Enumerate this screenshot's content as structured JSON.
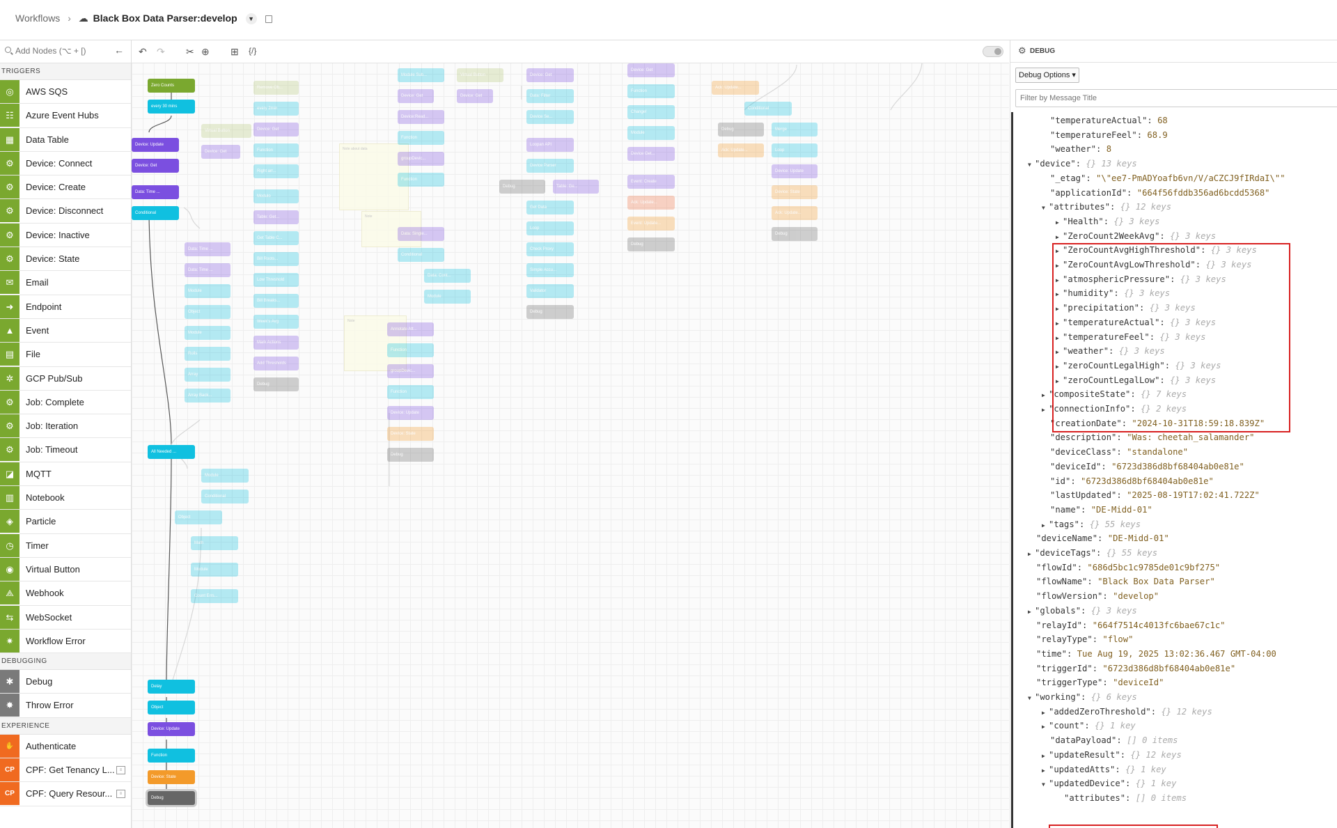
{
  "breadcrumb": {
    "workflows": "Workflows",
    "separator": "›",
    "title": "Black Box Data Parser:develop"
  },
  "palette": {
    "search_placeholder": "Add Nodes (⌥ + [)",
    "sections": {
      "triggers": "TRIGGERS",
      "debugging": "DEBUGGING",
      "experience": "EXPERIENCE"
    },
    "triggers": [
      {
        "label": "AWS SQS",
        "icon": "aws-sqs-icon"
      },
      {
        "label": "Azure Event Hubs",
        "icon": "azure-event-hubs-icon"
      },
      {
        "label": "Data Table",
        "icon": "data-table-icon"
      },
      {
        "label": "Device: Connect",
        "icon": "device-connect-icon"
      },
      {
        "label": "Device: Create",
        "icon": "device-create-icon"
      },
      {
        "label": "Device: Disconnect",
        "icon": "device-disconnect-icon"
      },
      {
        "label": "Device: Inactive",
        "icon": "device-inactive-icon"
      },
      {
        "label": "Device: State",
        "icon": "device-state-icon"
      },
      {
        "label": "Email",
        "icon": "email-icon"
      },
      {
        "label": "Endpoint",
        "icon": "endpoint-icon"
      },
      {
        "label": "Event",
        "icon": "event-icon"
      },
      {
        "label": "File",
        "icon": "file-icon"
      },
      {
        "label": "GCP Pub/Sub",
        "icon": "gcp-pubsub-icon"
      },
      {
        "label": "Job: Complete",
        "icon": "job-complete-icon"
      },
      {
        "label": "Job: Iteration",
        "icon": "job-iteration-icon"
      },
      {
        "label": "Job: Timeout",
        "icon": "job-timeout-icon"
      },
      {
        "label": "MQTT",
        "icon": "mqtt-icon"
      },
      {
        "label": "Notebook",
        "icon": "notebook-icon"
      },
      {
        "label": "Particle",
        "icon": "particle-icon"
      },
      {
        "label": "Timer",
        "icon": "timer-icon"
      },
      {
        "label": "Virtual Button",
        "icon": "virtual-button-icon"
      },
      {
        "label": "Webhook",
        "icon": "webhook-icon"
      },
      {
        "label": "WebSocket",
        "icon": "websocket-icon"
      },
      {
        "label": "Workflow Error",
        "icon": "workflow-error-icon"
      }
    ],
    "debugging": [
      {
        "label": "Debug",
        "icon": "debug-icon"
      },
      {
        "label": "Throw Error",
        "icon": "throw-error-icon"
      }
    ],
    "experience": [
      {
        "label": "Authenticate",
        "icon": "authenticate-icon"
      },
      {
        "label": "CPF: Get Tenancy L...",
        "icon": "cpf-icon",
        "badge": "CP"
      },
      {
        "label": "CPF: Query Resour...",
        "icon": "cpf-icon",
        "badge": "CP"
      }
    ]
  },
  "canvas": {
    "main_nodes": [
      {
        "label": "Zero Counts",
        "color": "#7aa82f"
      },
      {
        "label": "every 30 mins",
        "color": "#10c0e0"
      },
      {
        "label": "Device: Update",
        "color": "#7b4fe0"
      },
      {
        "label": "Device: Get",
        "color": "#7b4fe0"
      },
      {
        "label": "Data: Time ...",
        "color": "#7b4fe0"
      },
      {
        "label": "Conditional",
        "color": "#10c0e0"
      },
      {
        "label": "All Needed ...",
        "color": "#10c0e0"
      },
      {
        "label": "Delay",
        "color": "#10c0e0"
      },
      {
        "label": "Object",
        "color": "#10c0e0"
      },
      {
        "label": "Device: Update",
        "color": "#7b4fe0"
      },
      {
        "label": "Function",
        "color": "#10c0e0"
      },
      {
        "label": "Device: State",
        "color": "#f39a2a"
      },
      {
        "label": "Debug",
        "color": "#666666"
      }
    ]
  },
  "debug": {
    "title": "DEBUG",
    "options_label": "Debug Options ▾",
    "filter_placeholder": "Filter by Message Title",
    "lines": [
      {
        "i": 2,
        "k": "\"temperatureActual\": ",
        "v": "68",
        "t": "n"
      },
      {
        "i": 2,
        "k": "\"temperatureFeel\": ",
        "v": "68.9",
        "t": "n"
      },
      {
        "i": 2,
        "k": "\"weather\": ",
        "v": "8",
        "t": "n"
      },
      {
        "i": 1,
        "tri": "▼",
        "k": "\"device\": ",
        "v": "{}  13 keys",
        "t": "m"
      },
      {
        "i": 2,
        "k": "\"_etag\": ",
        "v": "\"\\\"ee7-PmADYoafb6vn/V/aCZCJ9fIRdaI\\\"\"",
        "t": "s"
      },
      {
        "i": 2,
        "k": "\"applicationId\": ",
        "v": "\"664f56fddb356ad6bcdd5368\"",
        "t": "s"
      },
      {
        "i": 2,
        "tri": "▼",
        "k": "\"attributes\": ",
        "v": "{}  12 keys",
        "t": "m"
      },
      {
        "i": 3,
        "tri": "▶",
        "k": "\"Health\": ",
        "v": "{}  3 keys",
        "t": "m"
      },
      {
        "i": 3,
        "tri": "▶",
        "k": "\"ZeroCount2WeekAvg\": ",
        "v": "{}  3 keys",
        "t": "m"
      },
      {
        "i": 3,
        "tri": "▶",
        "k": "\"ZeroCountAvgHighThreshold\": ",
        "v": "{}  3 keys",
        "t": "m"
      },
      {
        "i": 3,
        "tri": "▶",
        "k": "\"ZeroCountAvgLowThreshold\": ",
        "v": "{}  3 keys",
        "t": "m"
      },
      {
        "i": 3,
        "tri": "▶",
        "k": "\"atmosphericPressure\": ",
        "v": "{}  3 keys",
        "t": "m"
      },
      {
        "i": 3,
        "tri": "▶",
        "k": "\"humidity\": ",
        "v": "{}  3 keys",
        "t": "m"
      },
      {
        "i": 3,
        "tri": "▶",
        "k": "\"precipitation\": ",
        "v": "{}  3 keys",
        "t": "m"
      },
      {
        "i": 3,
        "tri": "▶",
        "k": "\"temperatureActual\": ",
        "v": "{}  3 keys",
        "t": "m"
      },
      {
        "i": 3,
        "tri": "▶",
        "k": "\"temperatureFeel\": ",
        "v": "{}  3 keys",
        "t": "m"
      },
      {
        "i": 3,
        "tri": "▶",
        "k": "\"weather\": ",
        "v": "{}  3 keys",
        "t": "m"
      },
      {
        "i": 3,
        "tri": "▶",
        "k": "\"zeroCountLegalHigh\": ",
        "v": "{}  3 keys",
        "t": "m"
      },
      {
        "i": 3,
        "tri": "▶",
        "k": "\"zeroCountLegalLow\": ",
        "v": "{}  3 keys",
        "t": "m"
      },
      {
        "i": 2,
        "tri": "▶",
        "k": "\"compositeState\": ",
        "v": "{}  7 keys",
        "t": "m"
      },
      {
        "i": 2,
        "tri": "▶",
        "k": "\"connectionInfo\": ",
        "v": "{}  2 keys",
        "t": "m"
      },
      {
        "i": 2,
        "k": "\"creationDate\": ",
        "v": "\"2024-10-31T18:59:18.839Z\"",
        "t": "s"
      },
      {
        "i": 2,
        "k": "\"description\": ",
        "v": "\"Was: cheetah_salamander\"",
        "t": "s"
      },
      {
        "i": 2,
        "k": "\"deviceClass\": ",
        "v": "\"standalone\"",
        "t": "s"
      },
      {
        "i": 2,
        "k": "\"deviceId\": ",
        "v": "\"6723d386d8bf68404ab0e81e\"",
        "t": "s"
      },
      {
        "i": 2,
        "k": "\"id\": ",
        "v": "\"6723d386d8bf68404ab0e81e\"",
        "t": "s"
      },
      {
        "i": 2,
        "k": "\"lastUpdated\": ",
        "v": "\"2025-08-19T17:02:41.722Z\"",
        "t": "s"
      },
      {
        "i": 2,
        "k": "\"name\": ",
        "v": "\"DE-Midd-01\"",
        "t": "s"
      },
      {
        "i": 2,
        "tri": "▶",
        "k": "\"tags\": ",
        "v": "{}  55 keys",
        "t": "m"
      },
      {
        "i": 1,
        "k": "\"deviceName\": ",
        "v": "\"DE-Midd-01\"",
        "t": "s"
      },
      {
        "i": 1,
        "tri": "▶",
        "k": "\"deviceTags\": ",
        "v": "{}  55 keys",
        "t": "m"
      },
      {
        "i": 1,
        "k": "\"flowId\": ",
        "v": "\"686d5bc1c9785de01c9bf275\"",
        "t": "s"
      },
      {
        "i": 1,
        "k": "\"flowName\": ",
        "v": "\"Black Box Data Parser\"",
        "t": "s"
      },
      {
        "i": 1,
        "k": "\"flowVersion\": ",
        "v": "\"develop\"",
        "t": "s"
      },
      {
        "i": 1,
        "tri": "▶",
        "k": "\"globals\": ",
        "v": "{}  3 keys",
        "t": "m"
      },
      {
        "i": 1,
        "k": "\"relayId\": ",
        "v": "\"664f7514c4013fc6bae67c1c\"",
        "t": "s"
      },
      {
        "i": 1,
        "k": "\"relayType\": ",
        "v": "\"flow\"",
        "t": "s"
      },
      {
        "i": 1,
        "k": "\"time\": ",
        "v": "Tue Aug 19, 2025 13:02:36.467 GMT-04:00",
        "t": "n"
      },
      {
        "i": 1,
        "k": "\"triggerId\": ",
        "v": "\"6723d386d8bf68404ab0e81e\"",
        "t": "s"
      },
      {
        "i": 1,
        "k": "\"triggerType\": ",
        "v": "\"deviceId\"",
        "t": "s"
      },
      {
        "i": 1,
        "tri": "▼",
        "k": "\"working\": ",
        "v": "{}  6 keys",
        "t": "m"
      },
      {
        "i": 2,
        "tri": "▶",
        "k": "\"addedZeroThreshold\": ",
        "v": "{}  12 keys",
        "t": "m"
      },
      {
        "i": 2,
        "tri": "▶",
        "k": "\"count\": ",
        "v": "{}  1 key",
        "t": "m"
      },
      {
        "i": 2,
        "k": "\"dataPayload\": ",
        "v": "[]  0 items",
        "t": "m"
      },
      {
        "i": 2,
        "tri": "▶",
        "k": "\"updateResult\": ",
        "v": "{}  12 keys",
        "t": "m"
      },
      {
        "i": 2,
        "tri": "▶",
        "k": "\"updatedAtts\": ",
        "v": "{}  1 key",
        "t": "m"
      },
      {
        "i": 2,
        "tri": "▼",
        "k": "\"updatedDevice\": ",
        "v": "{}  1 key",
        "t": "m"
      },
      {
        "i": 3,
        "k": "\"attributes\": ",
        "v": "[]  0 items",
        "t": "m"
      }
    ]
  }
}
